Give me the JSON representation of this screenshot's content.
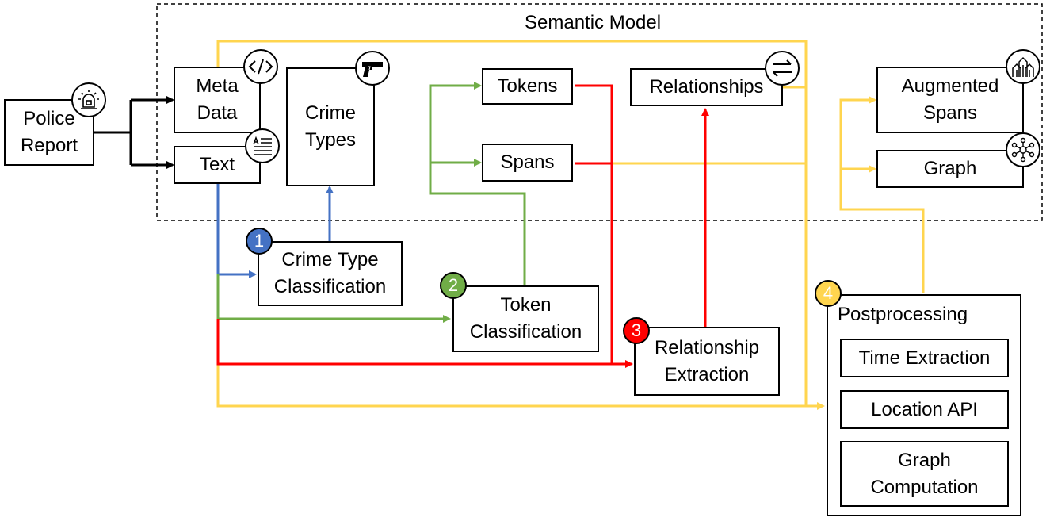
{
  "semantic_model_title": "Semantic Model",
  "inputs": {
    "police_report": "Police\nReport"
  },
  "semantic_model": {
    "meta_data": "Meta\nData",
    "text": "Text",
    "crime_types": "Crime\nTypes",
    "tokens": "Tokens",
    "spans": "Spans",
    "relationships": "Relationships"
  },
  "steps": {
    "crime_type_classification": {
      "number": "1",
      "label": "Crime Type\nClassification",
      "color": "#4472C4"
    },
    "token_classification": {
      "number": "2",
      "label": "Token\nClassification",
      "color": "#70AD47"
    },
    "relationship_extraction": {
      "number": "3",
      "label": "Relationship\nExtraction",
      "color": "#FF0000"
    },
    "postprocessing": {
      "number": "4",
      "label": "Postprocessing",
      "color": "#FFD54F"
    }
  },
  "postprocessing_items": {
    "time_extraction": "Time Extraction",
    "location_api": "Location API",
    "graph_computation": "Graph\nComputation"
  },
  "outputs": {
    "augmented_spans": "Augmented\nSpans",
    "graph": "Graph"
  },
  "icons": [
    "siren-icon",
    "code-icon",
    "document-text-icon",
    "gun-icon",
    "swap-arrows-icon",
    "upload-boxes-icon",
    "network-graph-icon"
  ],
  "colors": {
    "blue": "#4472C4",
    "green": "#70AD47",
    "red": "#FF0000",
    "yellow": "#FFD54F",
    "black": "#000000"
  }
}
